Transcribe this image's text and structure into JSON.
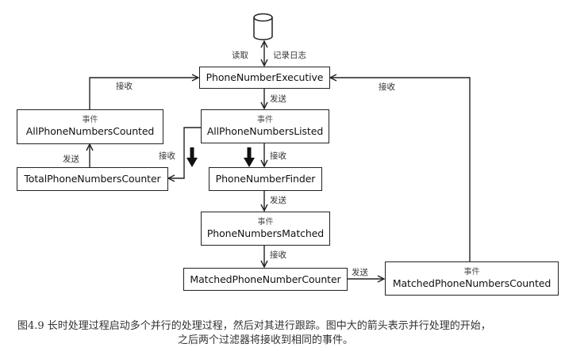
{
  "diagram": {
    "database": {
      "read_label": "读取",
      "log_label": "记录日志"
    },
    "nodes": {
      "executive": {
        "name": "PhoneNumberExecutive"
      },
      "all_listed": {
        "kind": "事件",
        "name": "AllPhoneNumbersListed"
      },
      "all_counted": {
        "kind": "事件",
        "name": "AllPhoneNumbersCounted"
      },
      "total_counter": {
        "name": "TotalPhoneNumbersCounter"
      },
      "finder": {
        "name": "PhoneNumberFinder"
      },
      "matched": {
        "kind": "事件",
        "name": "PhoneNumbersMatched"
      },
      "matched_counter": {
        "name": "MatchedPhoneNumberCounter"
      },
      "matched_counted": {
        "kind": "事件",
        "name": "MatchedPhoneNumbersCounted"
      }
    },
    "edge_labels": {
      "exec_to_listed": "发送",
      "listed_to_finder": "接收",
      "listed_to_total": "接收",
      "total_to_counted": "发送",
      "counted_to_exec": "接收",
      "finder_to_matched": "发送",
      "matched_to_counter": "接收",
      "counter_to_matched_counted": "发送",
      "matched_counted_to_exec": "接收"
    }
  },
  "caption": {
    "line1": "图4.9 长时处理过程启动多个并行的处理过程，然后对其进行跟踪。图中大的箭头表示并行处理的开始，",
    "line2": "之后两个过滤器将接收到相同的事件。"
  }
}
